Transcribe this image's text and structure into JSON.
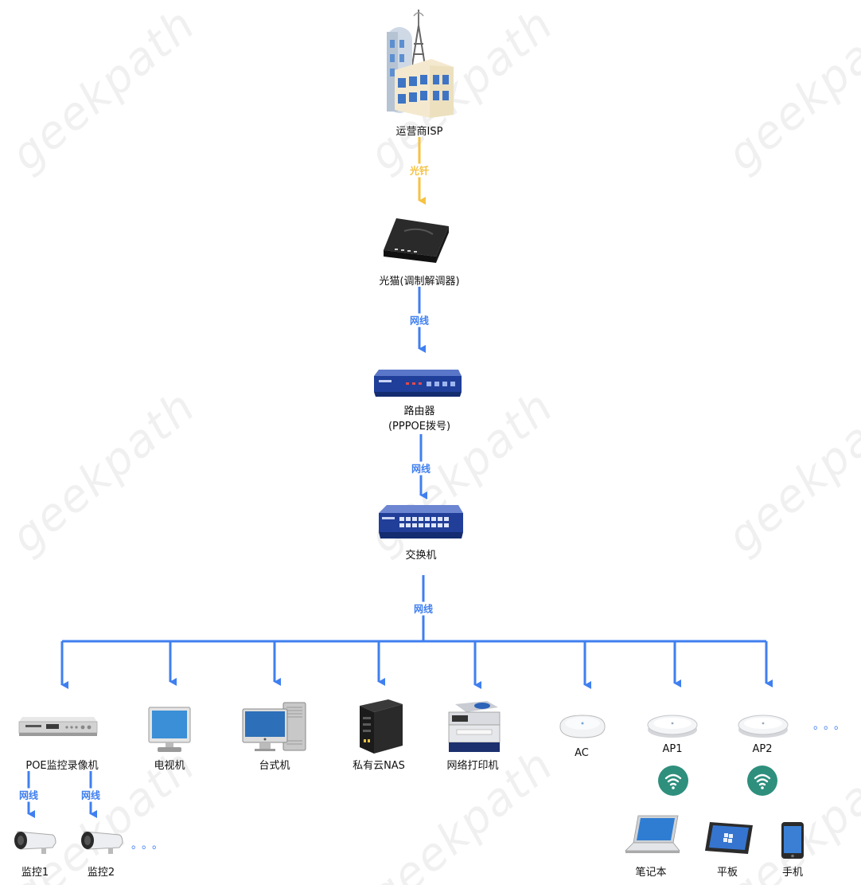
{
  "watermark": "geekpath",
  "colors": {
    "network": "#3f7ff0",
    "fiber": "#f5c242",
    "wifi": "#2e8f7d"
  },
  "nodes": {
    "isp": "运营商ISP",
    "modem": "光猫(调制解调器)",
    "router_line1": "路由器",
    "router_line2": "(PPPOE拨号)",
    "switch": "交换机",
    "nvr": "POE监控录像机",
    "tv": "电视机",
    "desktop": "台式机",
    "nas": "私有云NAS",
    "printer": "网络打印机",
    "ac": "AC",
    "ap1": "AP1",
    "ap2": "AP2",
    "cam1": "监控1",
    "cam2": "监控2",
    "laptop": "笔记本",
    "tablet": "平板",
    "phone": "手机"
  },
  "edges": {
    "fiber": "光钎",
    "net": "网线"
  },
  "ellipsis": "。。。"
}
